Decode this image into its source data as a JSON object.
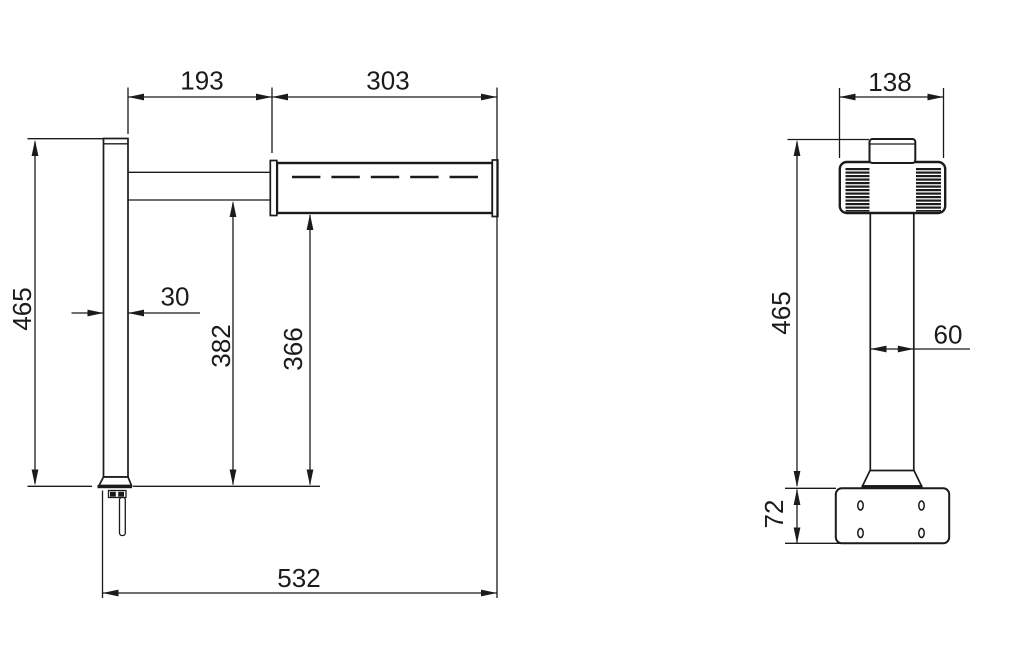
{
  "colors": {
    "background": "#ffffff",
    "line": "#1b1b1b"
  },
  "drawing": {
    "type": "technical-dimension-drawing",
    "views": {
      "side": {
        "dims": {
          "arm_offset": "193",
          "head_length": "303",
          "overall_height": "465",
          "post_width": "30",
          "arm_underside": "382",
          "head_underside": "366",
          "overall_reach": "532"
        }
      },
      "front": {
        "dims": {
          "head_width": "138",
          "overall_height": "465",
          "post_width": "60",
          "base_height": "72"
        }
      }
    }
  }
}
